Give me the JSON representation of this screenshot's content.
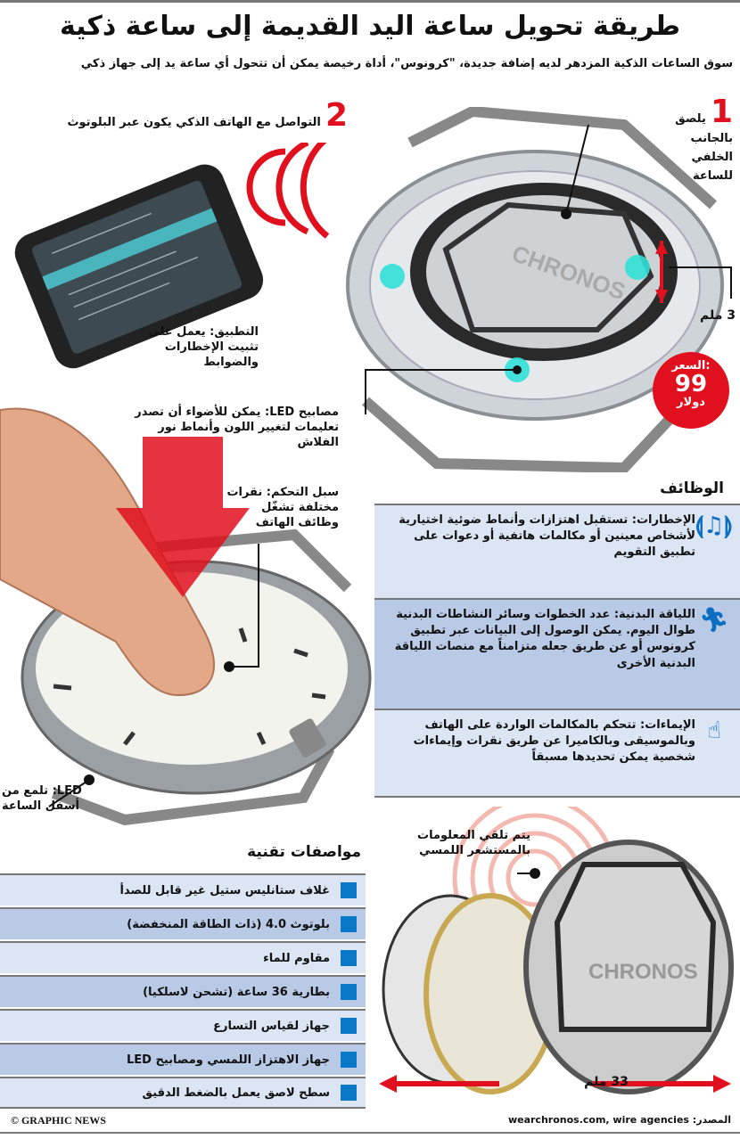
{
  "header": {
    "title": "طريقة تحويل ساعة اليد القديمة إلى ساعة ذكية",
    "subtitle": "سوق الساعات الذكية المزدهر لديه إضافة جديدة، \"كرونوس\"، أداة رخيصة يمكن أن تتحول أي ساعة يد إلى جهاز ذكي"
  },
  "steps": [
    {
      "number": "1",
      "label": "يلصق بالجانب الخلفي للساعة"
    },
    {
      "number": "2",
      "label": "التواصل مع الهاتف الذكي يكون عبر البلوتوث"
    }
  ],
  "callouts": {
    "app": "التطبيق: يعمل على تثبيت الإخطارات والضوابط",
    "leds": "مصابيح LED: يمكن للأضواء أن تصدر تعليمات لتغيير اللون وأنماط نور الفلاش",
    "controls": "سبل التحكم: نقرات مختلفة تشغّل وظائف الهاتف",
    "led_bottom": "LED: تلمع من أسفل الساعة",
    "thickness": "3 ملم",
    "touch_sensor": "يتم تلقي المعلومات بالمستشعر اللمسي",
    "diameter": "33 ملم",
    "brand_logo": "CHRONOS"
  },
  "price": {
    "label": "السعر:",
    "value": "99",
    "unit": "دولار",
    "color": "#e0101e"
  },
  "functions": {
    "heading": "الوظائف",
    "items": [
      {
        "icon": "notification-bell-icon",
        "text": "الإخطارات: تستقبل اهتزازات وأنماط ضوئية اختيارية لأشخاص معينين أو مكالمات هاتفية أو دعوات على تطبيق التقويم"
      },
      {
        "icon": "runner-icon",
        "text": "اللياقة البدنية: عدد الخطوات وسائر النشاطات البدنية طوال اليوم. يمكن الوصول إلى البيانات عبر تطبيق كرونوس أو عن طريق جعله متزامناً مع منصات اللياقة البدنية الأخرى"
      },
      {
        "icon": "hand-gesture-icon",
        "text": "الإيماءات: تتحكم بالمكالمات الواردة على الهاتف وبالموسيقى وبالكاميرا عن طريق نقرات وإيماءات شخصية يمكن تحديدها مسبقاً"
      }
    ]
  },
  "specs": {
    "heading": "مواصفات تقنية",
    "items": [
      "غلاف ستانليس ستيل غير قابل للصدأ",
      "بلوتوث 4.0 (ذات الطاقة المنخفضة)",
      "مقاوم للماء",
      "بطارية 36 ساعة (تشحن لاسلكيا)",
      "جهاز لقياس التسارع",
      "جهاز الاهتزاز اللمسي ومصابيح LED",
      "سطح لاصق يعمل بالضغط الدقيق"
    ]
  },
  "footer": {
    "credit": "© GRAPHIC NEWS",
    "source": "المصدر: wearchronos.com, wire agencies"
  },
  "colors": {
    "accent_red": "#e0101e",
    "icon_blue": "#0a6fc2",
    "row_light": "#dbe5f3",
    "row_dark": "#b9cae6",
    "led_glow": "#30e0d8"
  }
}
